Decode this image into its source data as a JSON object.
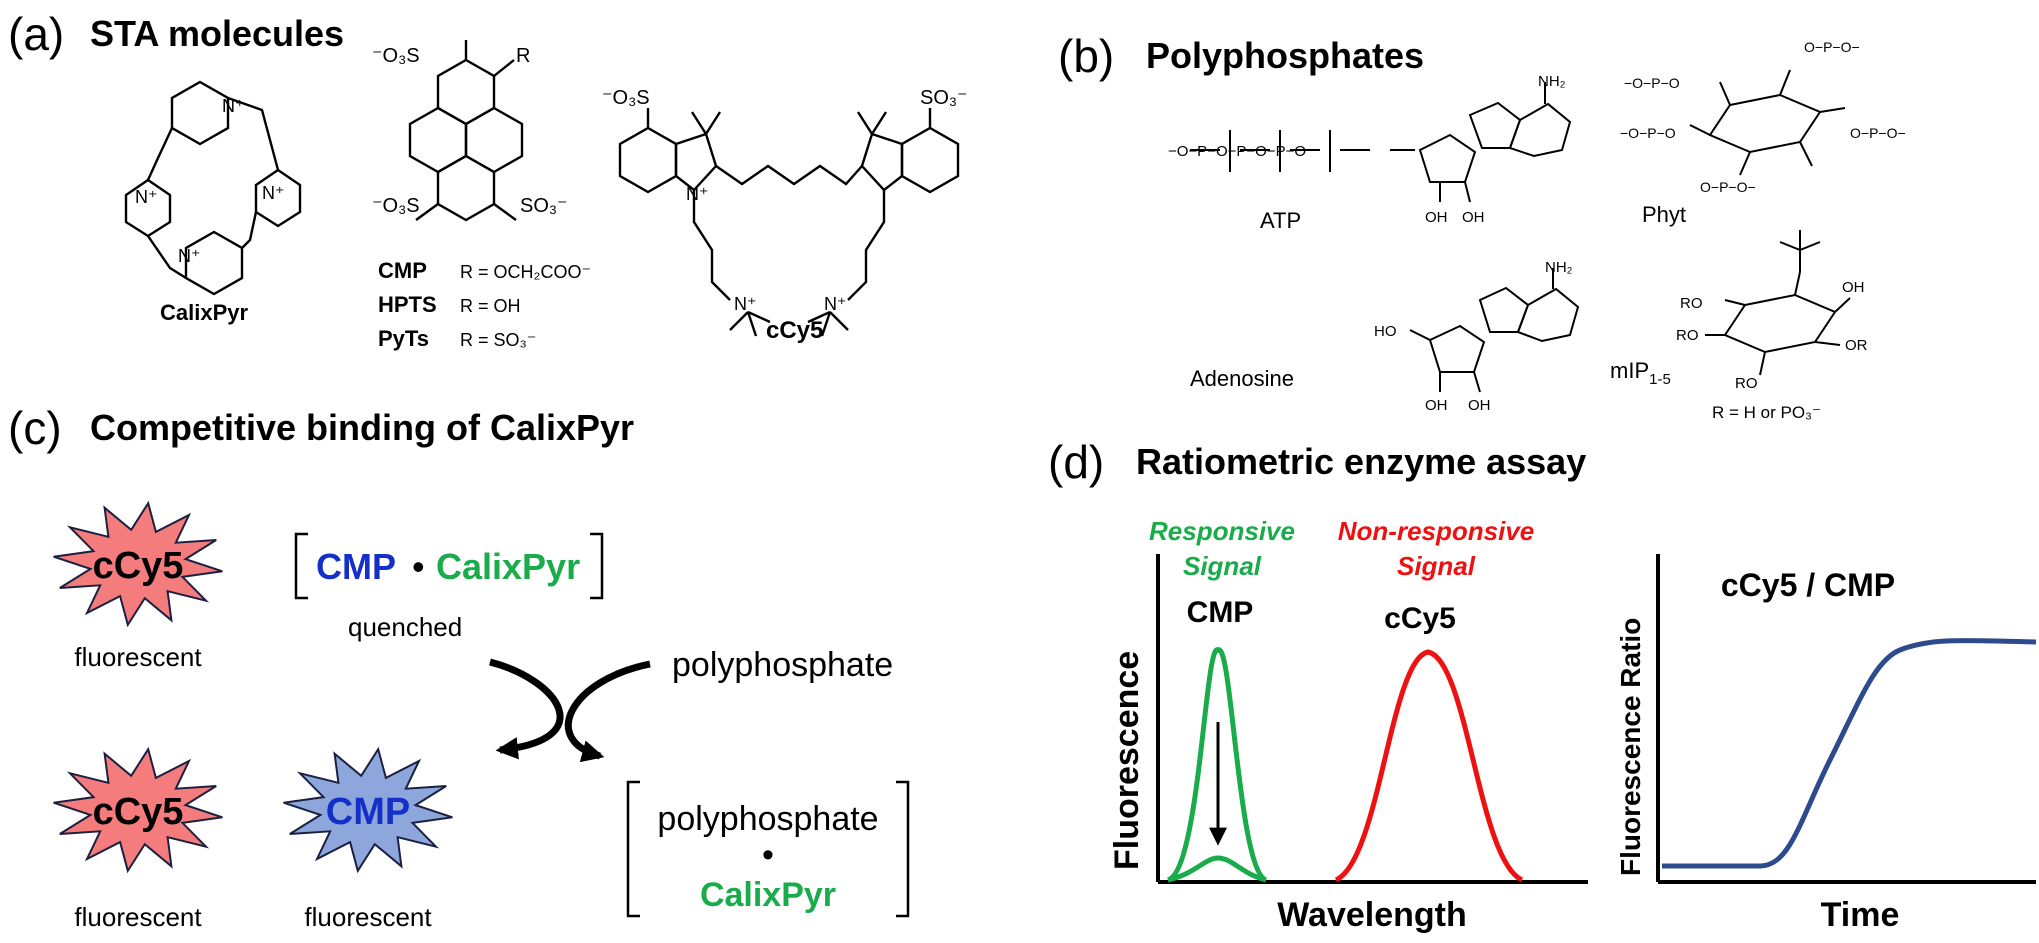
{
  "panel_a": {
    "label": "(a)",
    "title": "STA molecules",
    "calix_name": "CalixPyr",
    "cmp_r_labels": [
      {
        "name": "CMP",
        "def": "R = OCH₂COO⁻"
      },
      {
        "name": "HPTS",
        "def": "R = OH"
      },
      {
        "name": "PyTs",
        "def": "R = SO₃⁻"
      }
    ],
    "pyrene_groups": {
      "top": "⁻O₃S",
      "r": "R",
      "bottom_left": "⁻O₃S",
      "bottom_right": "SO₃⁻"
    },
    "cy5_groups": {
      "left": "⁻O₃S",
      "right": "SO₃⁻"
    },
    "cy5_name": "cCy5",
    "nplus": "N⁺"
  },
  "panel_b": {
    "label": "(b)",
    "title": "Polyphosphates",
    "atp": "ATP",
    "phyt": "Phyt",
    "adenosine": "Adenosine",
    "mip": "mIP",
    "mip_sub": "1-5",
    "r_def": "R = H or PO₃⁻",
    "nh2": "NH₂",
    "oh": "OH",
    "ho": "HO",
    "ro": "RO",
    "or": "OR"
  },
  "panel_c": {
    "label": "(c)",
    "title": "Competitive binding of CalixPyr",
    "star_cy5": "cCy5",
    "star_cmp": "CMP",
    "complex_cmp": "CMP",
    "complex_dot": "•",
    "complex_calix": "CalixPyr",
    "quenched": "quenched",
    "fluorescent": "fluorescent",
    "polyphosphate": "polyphosphate",
    "complex2_top": "polyphosphate",
    "complex2_dot": "•",
    "complex2_bottom": "CalixPyr"
  },
  "panel_d": {
    "label": "(d)",
    "title": "Ratiometric enzyme assay",
    "responsive": [
      "Responsive",
      "Signal"
    ],
    "nonresponsive": [
      "Non-responsive",
      "Signal"
    ],
    "peak1": "CMP",
    "peak2": "cCy5",
    "ylabel_left": "Fluorescence",
    "xlabel_left": "Wavelength",
    "ylabel_right": "Fluorescence Ratio",
    "xlabel_right": "Time",
    "ratio_title": "cCy5 / CMP"
  },
  "colors": {
    "green": "#1aab4b",
    "blue": "#1530c8",
    "red": "#ee1111",
    "star_red": "#f47c7c",
    "star_blue": "#8da7dc",
    "curve_blue": "#2c4a8c"
  }
}
